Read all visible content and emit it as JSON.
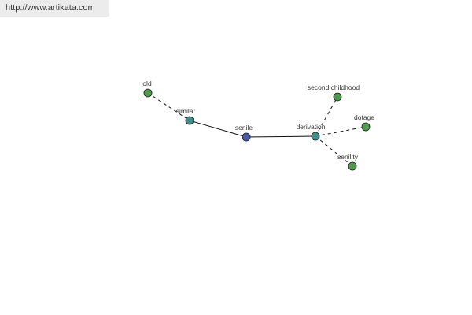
{
  "banner": {
    "url": "http://www.artikata.com"
  },
  "colors": {
    "center": "#4a5aa0",
    "relation": "#3f8f8c",
    "leaf": "#4f9a4f",
    "edge": "#111111"
  },
  "graph": {
    "nodes": [
      {
        "id": "old",
        "label": "old",
        "kind": "leaf"
      },
      {
        "id": "similar",
        "label": "similar",
        "kind": "relation"
      },
      {
        "id": "senile",
        "label": "senile",
        "kind": "center"
      },
      {
        "id": "derivation",
        "label": "derivation",
        "kind": "relation"
      },
      {
        "id": "second-childhood",
        "label": "second childhood",
        "kind": "leaf"
      },
      {
        "id": "dotage",
        "label": "dotage",
        "kind": "leaf"
      },
      {
        "id": "senility",
        "label": "senility",
        "kind": "leaf"
      }
    ],
    "edges": [
      {
        "from": "old",
        "to": "similar",
        "style": "dashed"
      },
      {
        "from": "similar",
        "to": "senile",
        "style": "solid"
      },
      {
        "from": "senile",
        "to": "derivation",
        "style": "solid"
      },
      {
        "from": "derivation",
        "to": "second-childhood",
        "style": "dashed"
      },
      {
        "from": "derivation",
        "to": "dotage",
        "style": "dashed"
      },
      {
        "from": "derivation",
        "to": "senility",
        "style": "dashed"
      }
    ]
  }
}
